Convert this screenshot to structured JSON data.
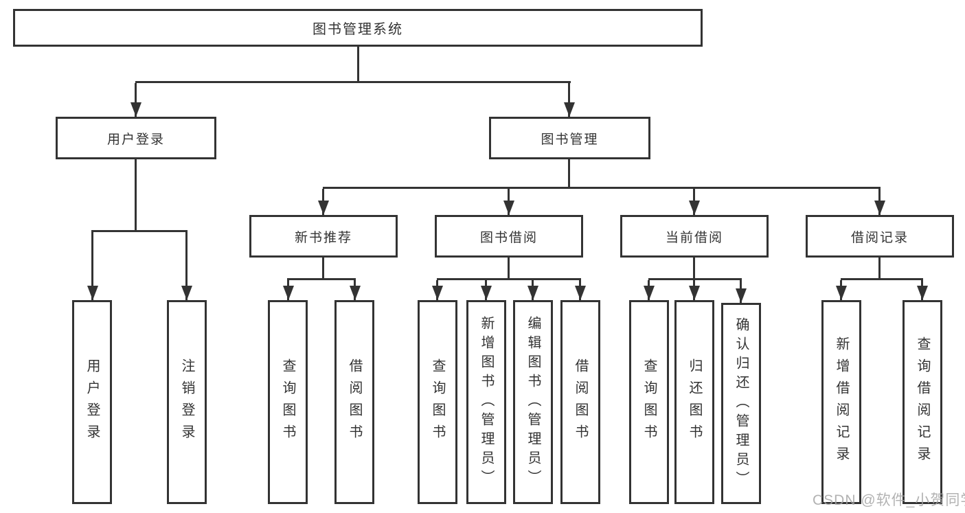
{
  "diagram_title": "图书管理系统",
  "colors": {
    "line": "#333333",
    "text": "#333333",
    "box_background": "#ffffff",
    "watermark": "#a5a5a5"
  },
  "tree": {
    "root": {
      "label": "图书管理系统"
    },
    "level2": [
      {
        "label": "用户登录"
      },
      {
        "label": "图书管理"
      }
    ],
    "level3": [
      {
        "label": "新书推荐",
        "parent": "图书管理"
      },
      {
        "label": "图书借阅",
        "parent": "图书管理"
      },
      {
        "label": "当前借阅",
        "parent": "图书管理"
      },
      {
        "label": "借阅记录",
        "parent": "图书管理"
      }
    ],
    "level4": [
      {
        "label": "用户登录",
        "parent": "用户登录"
      },
      {
        "label": "注销登录",
        "parent": "用户登录"
      },
      {
        "label": "查询图书",
        "parent": "新书推荐"
      },
      {
        "label": "借阅图书",
        "parent": "新书推荐"
      },
      {
        "label": "查询图书",
        "parent": "图书借阅"
      },
      {
        "label": "新增图书（管理员）",
        "parent": "图书借阅"
      },
      {
        "label": "编辑图书（管理员）",
        "parent": "图书借阅"
      },
      {
        "label": "借阅图书",
        "parent": "图书借阅"
      },
      {
        "label": "查询图书",
        "parent": "当前借阅"
      },
      {
        "label": "归还图书",
        "parent": "当前借阅"
      },
      {
        "label": "确认归还（管理员）",
        "parent": "当前借阅"
      },
      {
        "label": "新增借阅记录",
        "parent": "借阅记录"
      },
      {
        "label": "查询借阅记录",
        "parent": "借阅记录"
      }
    ]
  },
  "watermark": {
    "text": "CSDN @软件_小贺同学"
  }
}
